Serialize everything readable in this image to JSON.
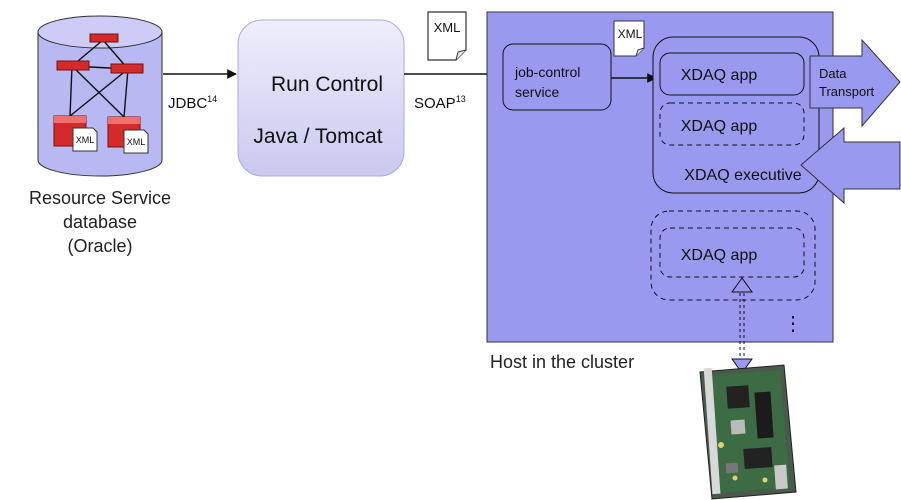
{
  "database": {
    "caption_line1": "Resource Service",
    "caption_line2": "database",
    "caption_line3": "(Oracle)",
    "doc_label_1": "XML",
    "doc_label_2": "XML"
  },
  "jdbc": {
    "label": "JDBC",
    "sup": "14"
  },
  "run_control": {
    "title": "Run Control",
    "subtitle": "Java / Tomcat"
  },
  "soap": {
    "label": "SOAP",
    "sup": "13",
    "doc_label": "XML"
  },
  "host": {
    "caption": "Host in the cluster",
    "job_control_line1": "job-control",
    "job_control_line2": "service",
    "doc_label": "XML",
    "executive_label": "XDAQ executive",
    "app_1": "XDAQ app",
    "app_2": "XDAQ app",
    "app_3": "XDAQ app",
    "more": "⋮"
  },
  "data_transport": {
    "line1": "Data",
    "line2": "Transport"
  },
  "colors": {
    "host_fill": "#9999f0",
    "db_fill": "#b8b8f2",
    "run_control_fill": "#d6d6f6",
    "table_red": "#d42a2a"
  }
}
